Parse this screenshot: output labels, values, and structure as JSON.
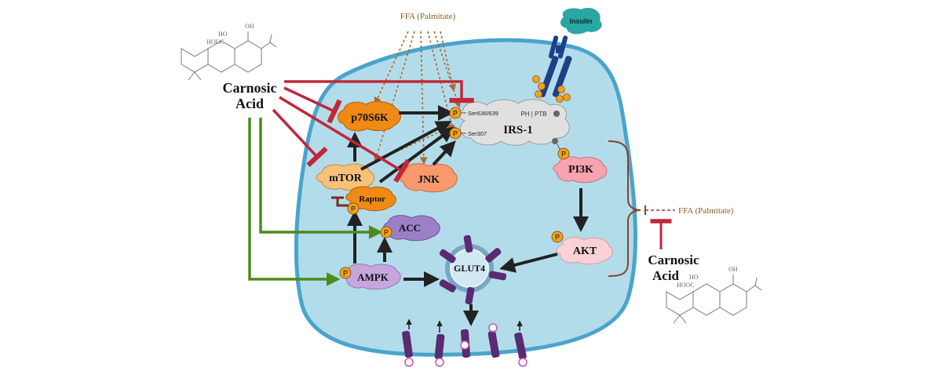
{
  "labels": {
    "ffa_top": "FFA (Palmitate)",
    "ffa_right": "FFA (Palmitate)",
    "insulin": "Insulin",
    "carnosic_left_1": "Carnosic",
    "carnosic_left_2": "Acid",
    "carnosic_right_1": "Carnosic",
    "carnosic_right_2": "Acid",
    "p70s6k": "p70S6K",
    "mtor": "mTOR",
    "raptor": "Raptor",
    "jnk": "JNK",
    "irs1": "IRS-1",
    "ph_ptb": "PH | PTB",
    "ser636": "Ser636/639",
    "ser307": "Ser307",
    "pi3k": "PI3K",
    "akt": "AKT",
    "acc": "ACC",
    "ampk": "AMPK",
    "glut4": "GLUT4",
    "phospho": "P"
  },
  "molecule_text": {
    "ho": "HO",
    "oh": "OH",
    "hooc": "HOOC"
  },
  "colors": {
    "cell_fill": "#b3dcea",
    "cell_border": "#4aa4cc",
    "inhibit_red": "#c0283a",
    "activate_green": "#4f8a1e",
    "ffa_brown": "#b4652a",
    "bracket_brown": "#8a3f2a",
    "arrow_black": "#222222",
    "orange_protein": "#ef8a17",
    "light_orange_protein": "#f6c27a",
    "salmon_protein": "#f99a6e",
    "pink_protein": "#f7a3b0",
    "purple_protein": "#9b80c8",
    "lilac_protein": "#c6a6dd",
    "irs_gray": "#e0e0e0",
    "insulin_teal": "#2aa7a2",
    "receptor_navy": "#1f3f86",
    "glut_purple": "#5a2a72",
    "phospho_orange": "#f5a020"
  }
}
